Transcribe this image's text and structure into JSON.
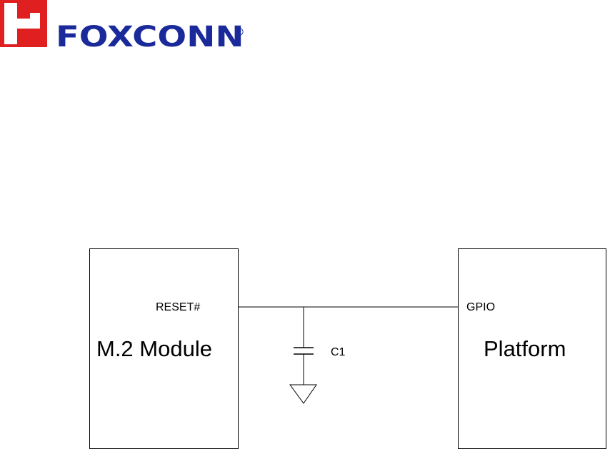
{
  "logo": {
    "name": "FOXCONN",
    "registered_mark": "®",
    "colors": {
      "icon": "#e02020",
      "text": "#1a2a9a"
    }
  },
  "diagram": {
    "module_label": "M.2 Module",
    "platform_label": "Platform",
    "reset_pin_label": "RESET#",
    "gpio_pin_label": "GPIO",
    "capacitor_label": "C1"
  }
}
